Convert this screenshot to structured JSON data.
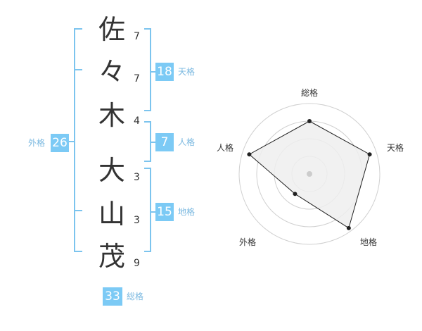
{
  "name": {
    "surname": [
      {
        "char": "佐",
        "strokes": "7"
      },
      {
        "char": "々",
        "strokes": "7"
      },
      {
        "char": "木",
        "strokes": "4"
      }
    ],
    "given": [
      {
        "char": "大",
        "strokes": "3"
      },
      {
        "char": "山",
        "strokes": "3"
      },
      {
        "char": "茂",
        "strokes": "9"
      }
    ]
  },
  "fortune": {
    "tenkaku": {
      "value": "18",
      "label": "天格"
    },
    "jinkaku": {
      "value": "7",
      "label": "人格"
    },
    "chikaku": {
      "value": "15",
      "label": "地格"
    },
    "gaikaku": {
      "value": "26",
      "label": "外格"
    },
    "soukaku": {
      "value": "33",
      "label": "総格"
    }
  },
  "radar": {
    "axes": [
      "総格",
      "天格",
      "地格",
      "外格",
      "人格"
    ],
    "levels": 4,
    "values": [
      0.75,
      0.9,
      0.95,
      0.35,
      0.9
    ],
    "fill_color": "#efefef",
    "line_color": "#222222",
    "grid_color": "#d0d0d0",
    "center_color": "#cccccc"
  },
  "colors": {
    "accent": "#7ccaf5",
    "bracket": "#7cc4ee",
    "label": "#7ab8e0",
    "text": "#333333"
  }
}
